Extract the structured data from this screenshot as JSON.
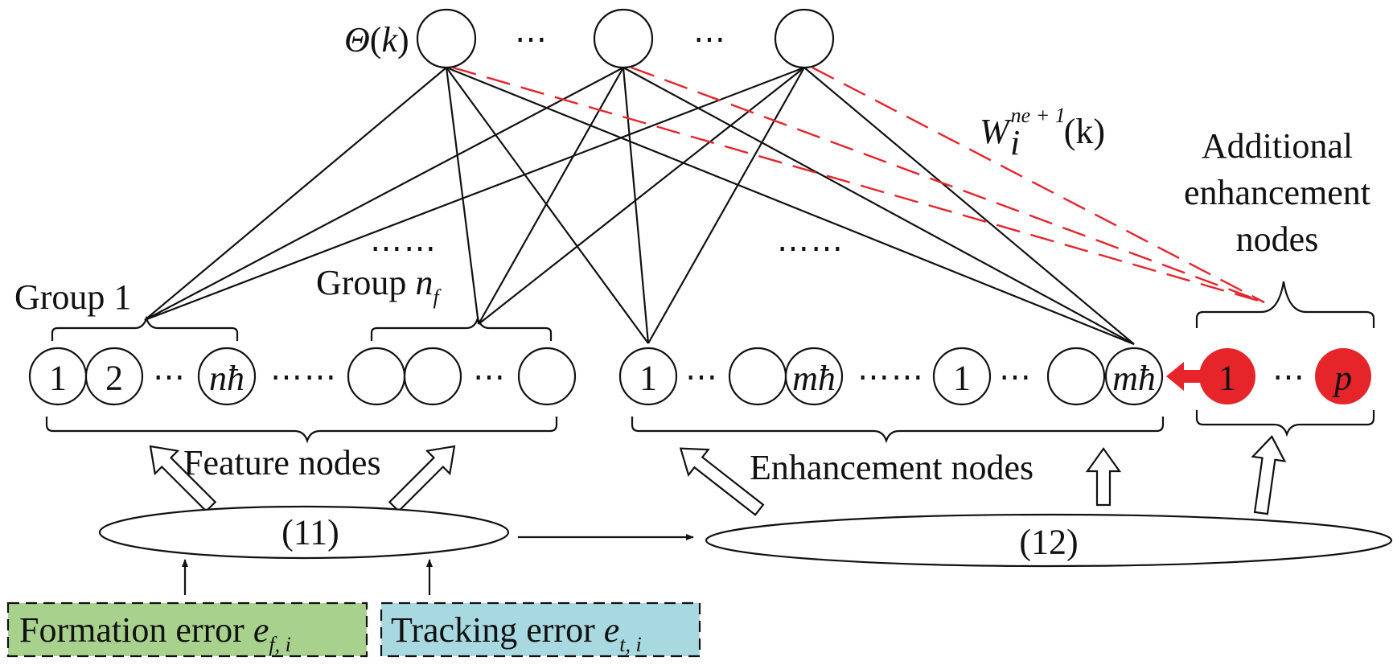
{
  "output": {
    "label_prefix": "Θ",
    "label_paren_open": "(",
    "label_var": "k",
    "label_paren_close": ")",
    "dots_1": "⋯",
    "dots_2": "⋯"
  },
  "weights": {
    "symbol": "W",
    "subscript": "i",
    "superscript": "ne + 1",
    "arg": "(k)"
  },
  "additional": {
    "line1": "Additional",
    "line2": "enhancement",
    "line3": "nodes",
    "node_first": "1",
    "node_dots": "⋯",
    "node_last": "p",
    "color": "#e5252a"
  },
  "feature": {
    "group1_label": "Group 1",
    "groupn_label": "Group ",
    "groupn_var": "n",
    "groupn_sub": "f",
    "node1": "1",
    "node2": "2",
    "node_dots": "⋯",
    "node_last_var": "n",
    "node_last_hbar": "ħ",
    "between_dots": "⋯⋯",
    "group_dots_top": "⋯⋯",
    "brace_label": "Feature nodes"
  },
  "enhancement": {
    "node_first": "1",
    "node_dots": "⋯",
    "node_last_var": "m",
    "node_last_hbar": "ħ",
    "between_dots": "⋯⋯",
    "group2_first": "1",
    "top_dots": "⋯⋯",
    "brace_label": "Enhancement nodes"
  },
  "equations": {
    "eq11": "(11)",
    "eq12": "(12)"
  },
  "inputs": {
    "formation_prefix": "Formation error ",
    "formation_var": "e",
    "formation_sub": "f, i",
    "formation_color": "#a9d18e",
    "tracking_prefix": "Tracking error ",
    "tracking_var": "e",
    "tracking_sub": "t, i",
    "tracking_color": "#a8d8e0"
  }
}
